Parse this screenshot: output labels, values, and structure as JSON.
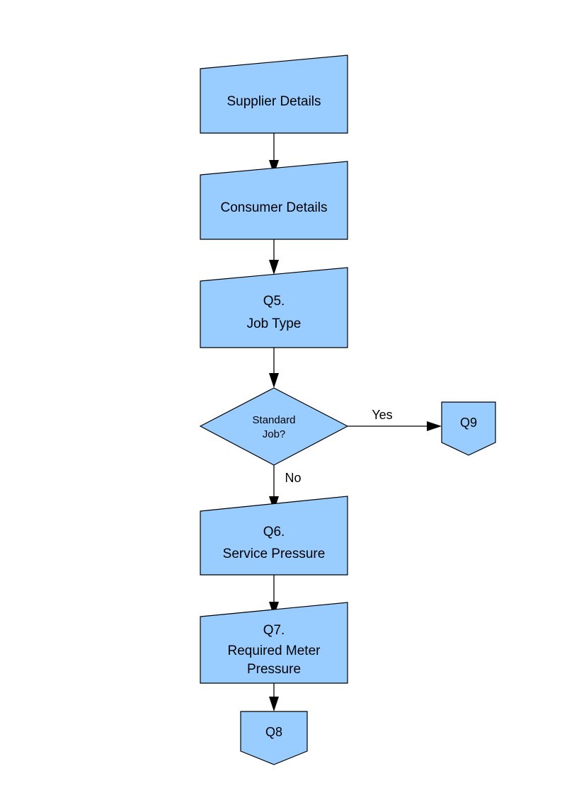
{
  "diagram": {
    "type": "flowchart",
    "title": "Gas Job Questionnaire Flow",
    "colors": {
      "node_fill": "#99ccff",
      "node_stroke": "#000000",
      "connector": "#000000",
      "background": "#ffffff",
      "text": "#000000"
    },
    "nodes": [
      {
        "id": "supplier-details",
        "shape": "slanted-top-box",
        "lines": [
          "Supplier Details"
        ],
        "label": "Supplier Details"
      },
      {
        "id": "consumer-details",
        "shape": "slanted-top-box",
        "lines": [
          "Consumer Details"
        ],
        "label": "Consumer Details"
      },
      {
        "id": "q5-job-type",
        "shape": "slanted-top-box",
        "lines": [
          "Q5.",
          "Job Type"
        ],
        "label": "Q5. Job Type"
      },
      {
        "id": "standard-job-decision",
        "shape": "diamond",
        "lines": [
          "Standard",
          "Job?"
        ],
        "label": "Standard Job?"
      },
      {
        "id": "q9-terminator",
        "shape": "pentagon-down",
        "lines": [
          "Q9"
        ],
        "label": "Q9"
      },
      {
        "id": "q6-service-pressure",
        "shape": "slanted-top-box",
        "lines": [
          "Q6.",
          "Service Pressure"
        ],
        "label": "Q6. Service Pressure"
      },
      {
        "id": "q7-required-meter-pressure",
        "shape": "slanted-top-box",
        "lines": [
          "Q7.",
          "Required Meter",
          "Pressure"
        ],
        "label": "Q7. Required Meter Pressure"
      },
      {
        "id": "q8-terminator",
        "shape": "pentagon-down",
        "lines": [
          "Q8"
        ],
        "label": "Q8"
      }
    ],
    "edges": [
      {
        "id": "edge-supplier-to-consumer",
        "from": "supplier-details",
        "to": "consumer-details",
        "label": ""
      },
      {
        "id": "edge-consumer-to-q5",
        "from": "consumer-details",
        "to": "q5-job-type",
        "label": ""
      },
      {
        "id": "edge-q5-to-decision",
        "from": "q5-job-type",
        "to": "standard-job-decision",
        "label": ""
      },
      {
        "id": "edge-decision-to-q9",
        "from": "standard-job-decision",
        "to": "q9-terminator",
        "label": "Yes"
      },
      {
        "id": "edge-decision-to-q6",
        "from": "standard-job-decision",
        "to": "q6-service-pressure",
        "label": "No"
      },
      {
        "id": "edge-q6-to-q7",
        "from": "q6-service-pressure",
        "to": "q7-required-meter-pressure",
        "label": ""
      },
      {
        "id": "edge-q7-to-q8",
        "from": "q7-required-meter-pressure",
        "to": "q8-terminator",
        "label": ""
      }
    ],
    "text": {
      "supplier_details": "Supplier Details",
      "consumer_details": "Consumer Details",
      "q5_line1": "Q5.",
      "q5_line2": "Job Type",
      "decision_line1": "Standard",
      "decision_line2": "Job?",
      "q9": "Q9",
      "q6_line1": "Q6.",
      "q6_line2": "Service Pressure",
      "q7_line1": "Q7.",
      "q7_line2": "Required Meter",
      "q7_line3": "Pressure",
      "q8": "Q8",
      "yes_label": "Yes",
      "no_label": "No"
    }
  }
}
